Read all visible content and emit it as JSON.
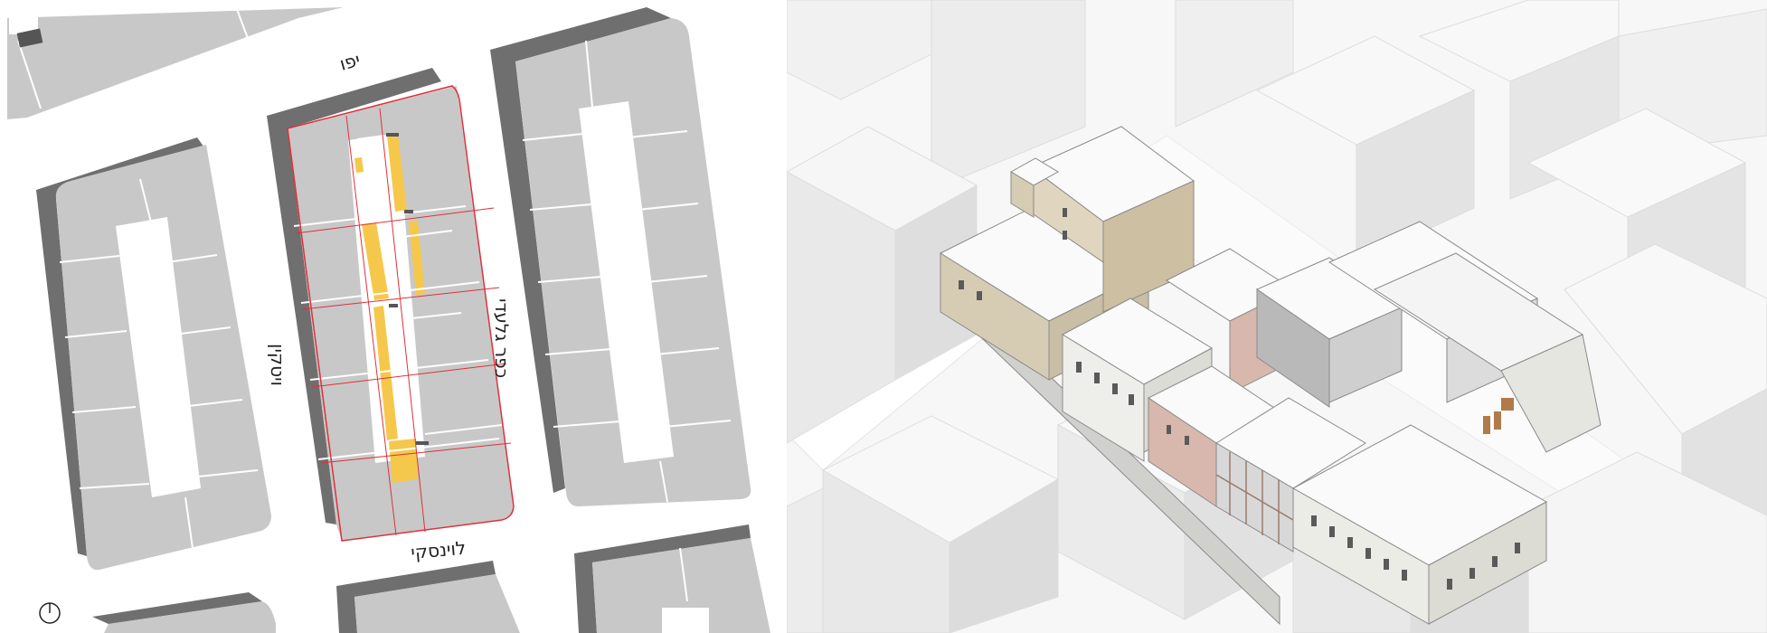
{
  "site_plan": {
    "streets": {
      "north": "יפו",
      "west": "ויטקין",
      "east": "כפר גלעדי",
      "south": "לוינסקי"
    },
    "colors": {
      "block_fill": "#c8c8c8",
      "block_shadow": "#6f6f6f",
      "lot_line": "#ffffff",
      "highlight": "#f5c84c",
      "site_boundary": "#e0303a",
      "street": "#ffffff"
    }
  },
  "axonometric": {
    "colors": {
      "context_top": "#f4f4f4",
      "context_side": "#e6e6e6",
      "beige_facade": "#d6ccb4",
      "pink_facade": "#d8b8ac",
      "grey_facade": "#b9b9b9",
      "white_facade": "#eeeeea",
      "roof": "#fafafa",
      "outline": "#8a8a8a"
    }
  }
}
